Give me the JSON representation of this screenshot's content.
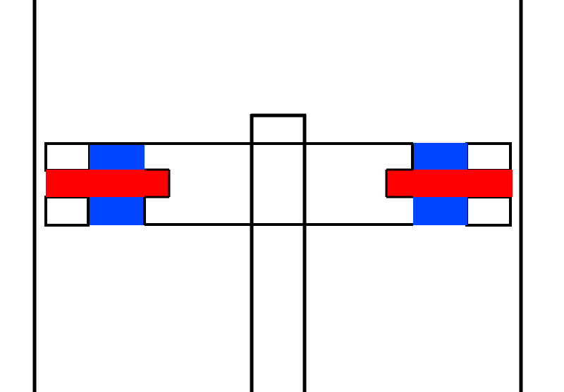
{
  "colors": {
    "background": "#ffffff",
    "stroke": "#000000",
    "blue_block": "#0044ff",
    "red_bar": "#ff0000"
  },
  "parts": {
    "left_wall": "vertical-wall",
    "right_wall": "vertical-wall",
    "center_shaft": "vertical-shaft",
    "crossbeam": "horizontal-beam",
    "left_assembly": "blue-block-with-red-bar",
    "right_assembly": "blue-block-with-red-bar"
  }
}
